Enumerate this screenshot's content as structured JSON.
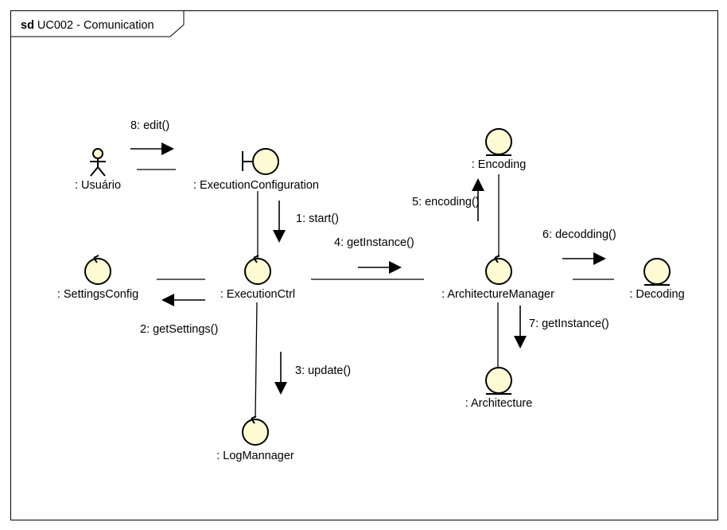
{
  "frame": {
    "keyword": "sd",
    "name": "UC002 - Comunication"
  },
  "colors": {
    "object_fill": "#fefbd4",
    "stroke": "#000000",
    "background": "#ffffff"
  },
  "objects": {
    "usuario": {
      "label": ": Usuário",
      "kind": "actor"
    },
    "execution_configuration": {
      "label": ": ExecutionConfiguration",
      "kind": "boundary"
    },
    "settings_config": {
      "label": ": SettingsConfig",
      "kind": "control"
    },
    "execution_ctrl": {
      "label": ": ExecutionCtrl",
      "kind": "control"
    },
    "log_mannager": {
      "label": ": LogMannager",
      "kind": "control"
    },
    "encoding": {
      "label": ": Encoding",
      "kind": "entity"
    },
    "architecture_manager": {
      "label": ": ArchitectureManager",
      "kind": "control"
    },
    "decoding": {
      "label": ": Decoding",
      "kind": "entity"
    },
    "architecture": {
      "label": ": Architecture",
      "kind": "entity"
    }
  },
  "messages": {
    "m1": "1: start()",
    "m2": "2: getSettings()",
    "m3": "3: update()",
    "m4": "4: getInstance()",
    "m5": "5: encoding()",
    "m6": "6: decodding()",
    "m7": "7: getInstance()",
    "m8": "8: edit()"
  }
}
